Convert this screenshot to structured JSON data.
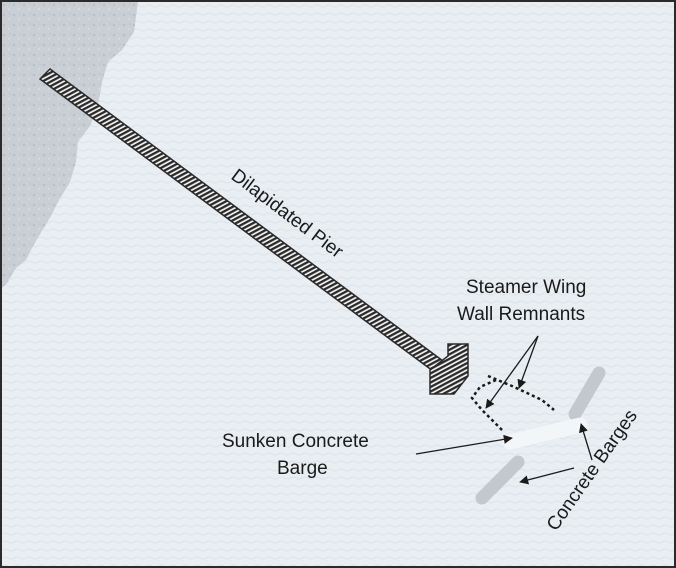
{
  "labels": {
    "pier": "Dilapidated Pier",
    "wing_wall_line1": "Steamer Wing",
    "wing_wall_line2": "Wall Remnants",
    "sunken_barge_line1": "Sunken Concrete",
    "sunken_barge_line2": "Barge",
    "concrete_barges": "Concrete Barges"
  },
  "colors": {
    "water": "#e9eef3",
    "shore": "#c9cfd5",
    "pier": "#2a2a2a",
    "barge": "#c3c8ce",
    "sunken_barge": "#f3f6f9",
    "text": "#1a1a1a"
  }
}
